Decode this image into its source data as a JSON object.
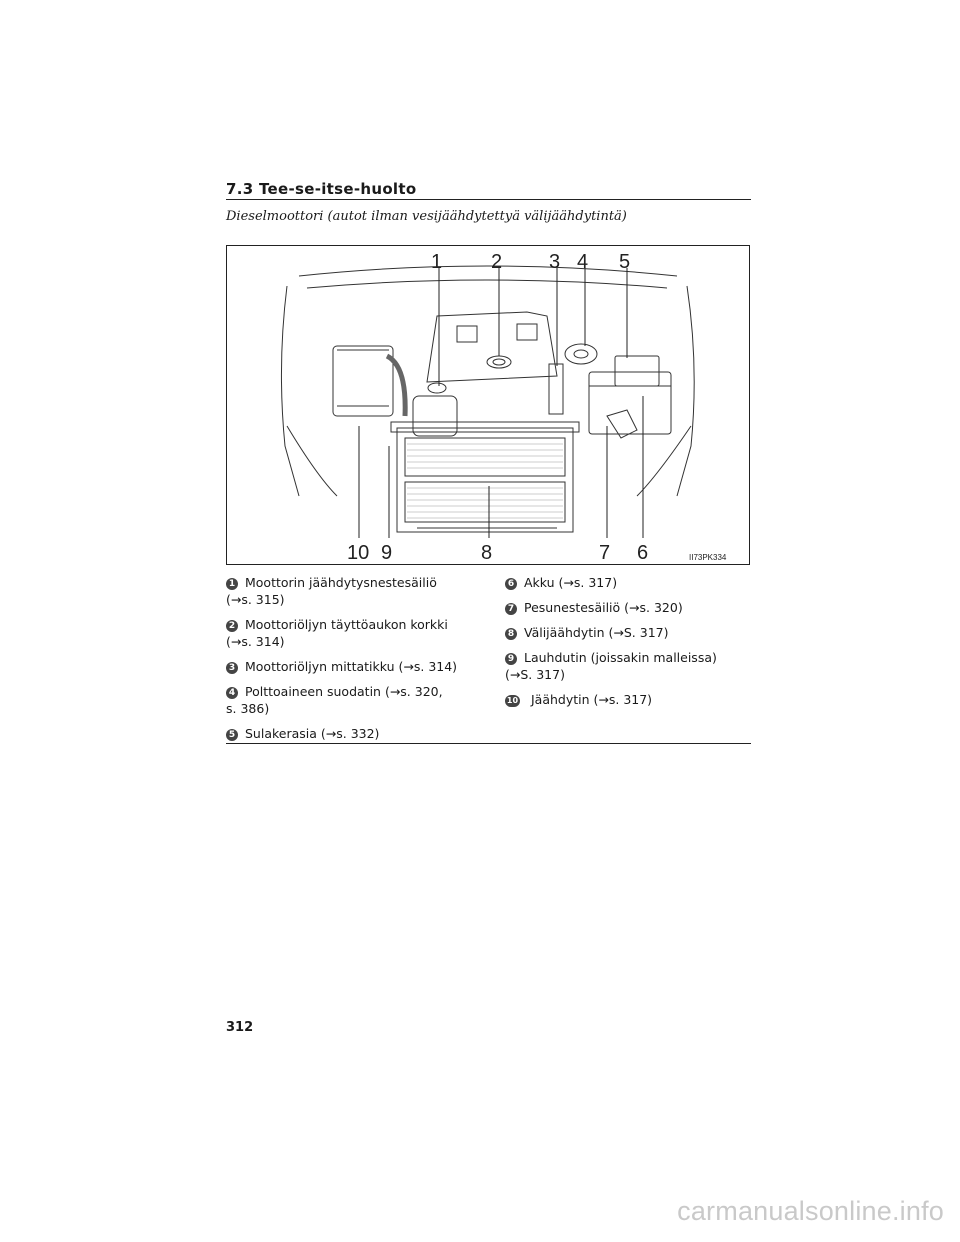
{
  "header": {
    "section_title": "7.3 Tee-se-itse-huolto",
    "subtitle": "Dieselmoottori (autot ilman vesijäähdytettyä välijäähdytintä)"
  },
  "figure": {
    "code": "II73PK334",
    "callouts": [
      "1",
      "2",
      "3",
      "4",
      "5",
      "6",
      "7",
      "8",
      "9",
      "10"
    ]
  },
  "items_left": [
    {
      "num": "1",
      "text": "Moottorin jäähdytysnestesäiliö",
      "cont": "(→s. 315)"
    },
    {
      "num": "2",
      "text": "Moottoriöljyn täyttöaukon korkki",
      "cont": "(→s. 314)"
    },
    {
      "num": "3",
      "text": "Moottoriöljyn mittatikku (→s. 314)",
      "cont": ""
    },
    {
      "num": "4",
      "text": "Polttoaineen suodatin (→s. 320,",
      "cont": "s. 386)"
    },
    {
      "num": "5",
      "text": "Sulakerasia (→s. 332)",
      "cont": ""
    }
  ],
  "items_right": [
    {
      "num": "6",
      "text": "Akku (→s. 317)",
      "cont": ""
    },
    {
      "num": "7",
      "text": "Pesunestesäiliö (→s. 320)",
      "cont": ""
    },
    {
      "num": "8",
      "text": "Välijäähdytin (→S. 317)",
      "cont": ""
    },
    {
      "num": "9",
      "text": "Lauhdutin (joissakin malleissa)",
      "cont": "(→S. 317)"
    },
    {
      "num": "10",
      "text": " Jäähdytin (→s. 317)",
      "cont": ""
    }
  ],
  "footer": {
    "page_number": "312",
    "watermark": "carmanualsonline.info"
  }
}
